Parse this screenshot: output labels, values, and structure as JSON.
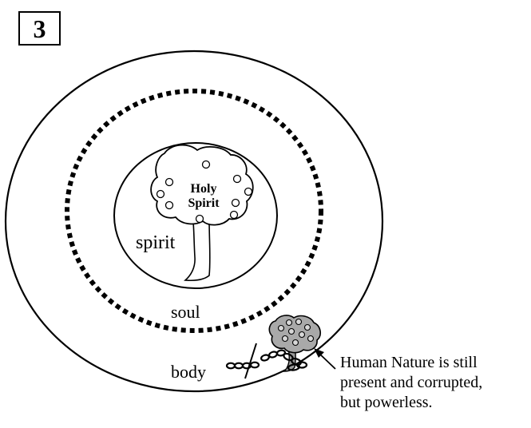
{
  "panel_number": "3",
  "inner_tree_label": [
    "Holy",
    "Spirit"
  ],
  "regions": {
    "spirit": "spirit",
    "soul": "soul",
    "body": "body"
  },
  "annotation": {
    "lines": [
      "Human Nature is still",
      "present and corrupted,",
      "but powerless."
    ]
  },
  "colors": {
    "ink": "#000000",
    "paper": "#ffffff",
    "human_nature_tree": "#a9a9a9"
  },
  "icons": [
    "holy-spirit-tree-icon",
    "human-nature-tree-icon",
    "chain-icon"
  ]
}
